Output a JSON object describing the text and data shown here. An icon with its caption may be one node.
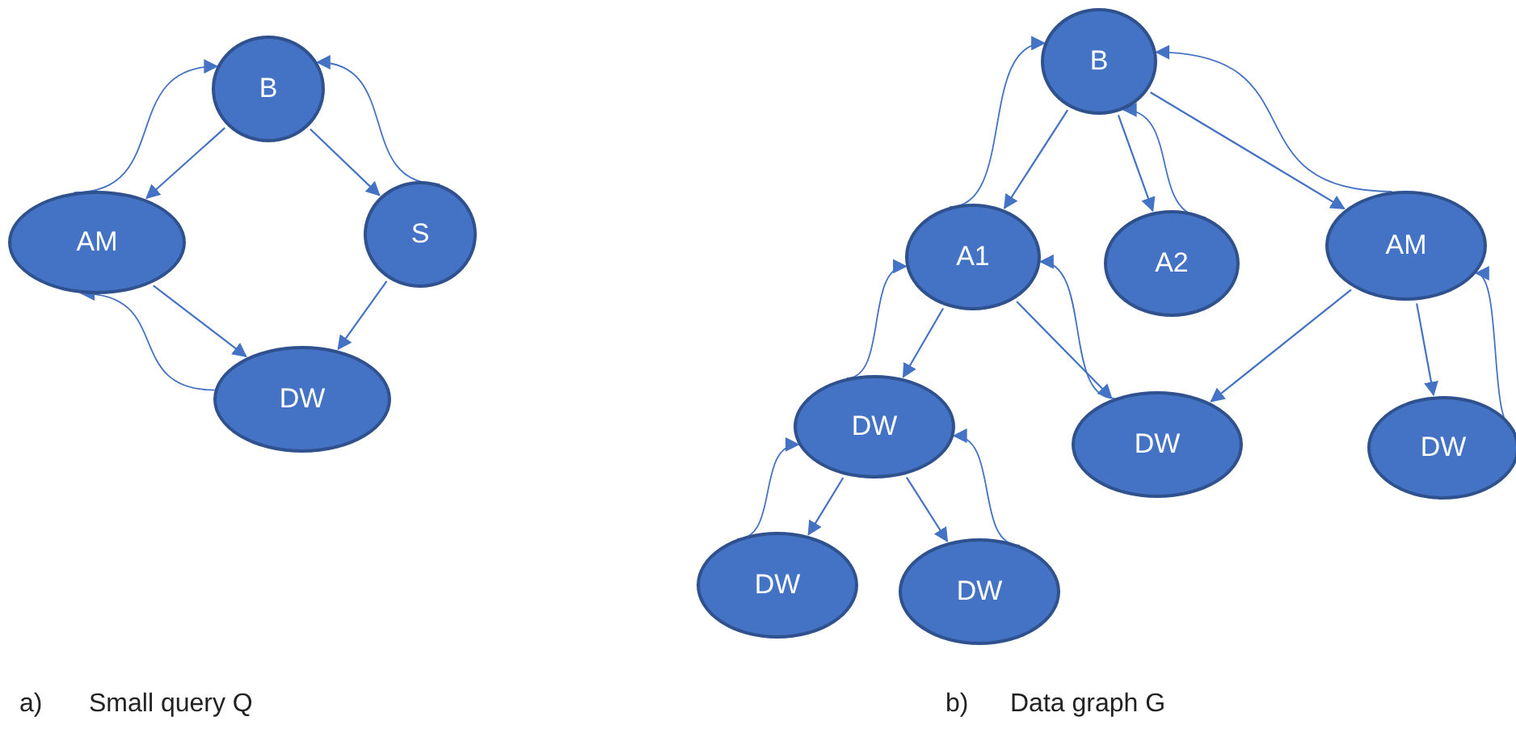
{
  "diagram": {
    "nodes": [
      {
        "text": [
          "B"
        ]
      },
      {
        "text": [
          "AM"
        ]
      },
      {
        "text": [
          "S"
        ]
      },
      {
        "text": [
          "DW"
        ]
      },
      {
        "text": [
          "B"
        ]
      },
      {
        "text": [
          "A1"
        ]
      },
      {
        "text": [
          "A2"
        ]
      },
      {
        "text": [
          "AM"
        ]
      },
      {
        "text": [
          "DW"
        ]
      },
      {
        "text": [
          "DW"
        ]
      },
      {
        "text": [
          "DW"
        ]
      },
      {
        "text": [
          "DW"
        ]
      },
      {
        "text": [
          "DW"
        ]
      }
    ],
    "edges": [
      {
        "from": 0,
        "to": 1,
        "arrow": "to"
      },
      {
        "from": 1,
        "to": 0,
        "arrow": "to"
      },
      {
        "from": 0,
        "to": 2,
        "arrow": "to"
      },
      {
        "from": 2,
        "to": 0,
        "arrow": "to"
      },
      {
        "from": 1,
        "to": 3,
        "arrow": "to"
      },
      {
        "from": 2,
        "to": 3,
        "arrow": "to"
      },
      {
        "from": 3,
        "to": 1,
        "arrow": "to"
      },
      {
        "from": 4,
        "to": 5,
        "arrow": "to"
      },
      {
        "from": 5,
        "to": 4,
        "arrow": "to"
      },
      {
        "from": 4,
        "to": 6,
        "arrow": "to"
      },
      {
        "from": 6,
        "to": 4,
        "arrow": "to"
      },
      {
        "from": 4,
        "to": 7,
        "arrow": "to"
      },
      {
        "from": 7,
        "to": 4,
        "arrow": "to"
      },
      {
        "from": 5,
        "to": 8,
        "arrow": "to"
      },
      {
        "from": 8,
        "to": 5,
        "arrow": "to"
      },
      {
        "from": 5,
        "to": 9,
        "arrow": "to"
      },
      {
        "from": 9,
        "to": 5,
        "arrow": "to"
      },
      {
        "from": 7,
        "to": 9,
        "arrow": "to"
      },
      {
        "from": 7,
        "to": 10,
        "arrow": "to"
      },
      {
        "from": 10,
        "to": 7,
        "arrow": "to"
      },
      {
        "from": 8,
        "to": 11,
        "arrow": "to"
      },
      {
        "from": 11,
        "to": 8,
        "arrow": "to"
      },
      {
        "from": 8,
        "to": 12,
        "arrow": "to"
      },
      {
        "from": 12,
        "to": 8,
        "arrow": "to"
      }
    ],
    "labels": [
      "a)",
      "Small query Q",
      "b)",
      "Data graph G"
    ]
  }
}
